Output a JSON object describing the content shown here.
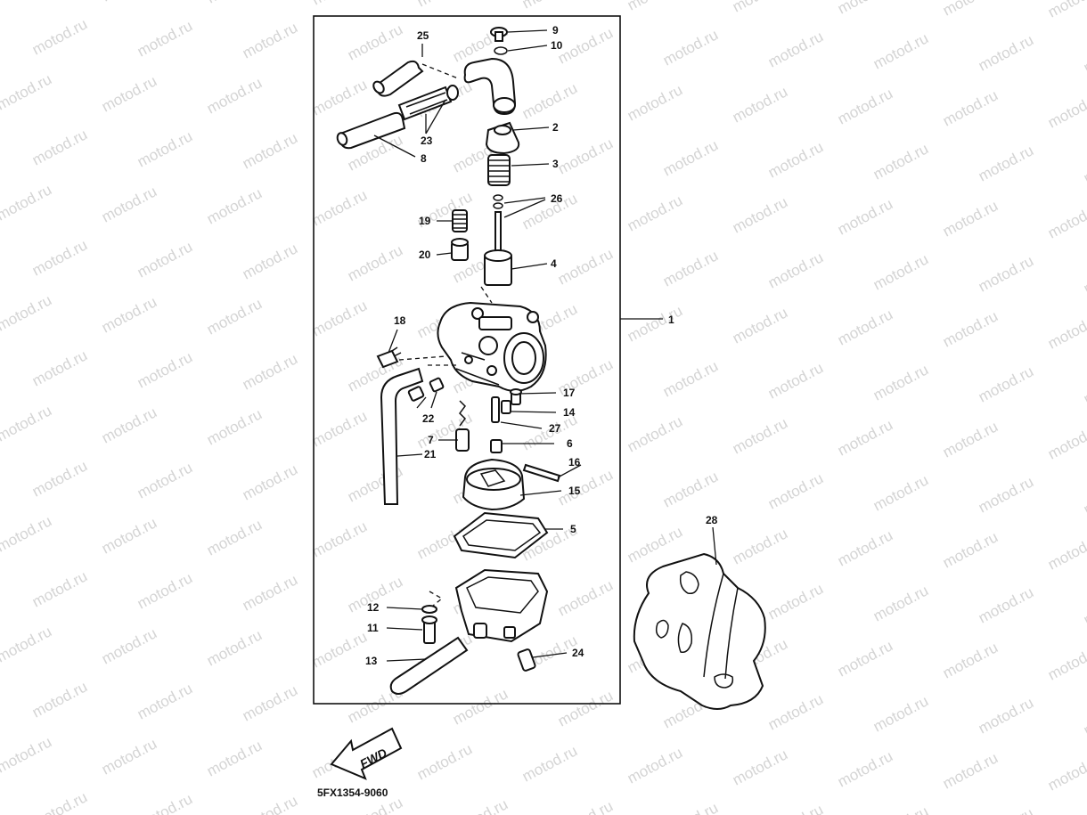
{
  "watermark": "motod.ru",
  "diagram_code": "5FX1354-9060",
  "fwd_label": "FWD",
  "part_labels": [
    "1",
    "2",
    "3",
    "4",
    "5",
    "6",
    "7",
    "8",
    "9",
    "10",
    "11",
    "12",
    "13",
    "14",
    "15",
    "16",
    "17",
    "18",
    "19",
    "20",
    "21",
    "22",
    "23",
    "24",
    "25",
    "26",
    "27",
    "28"
  ]
}
